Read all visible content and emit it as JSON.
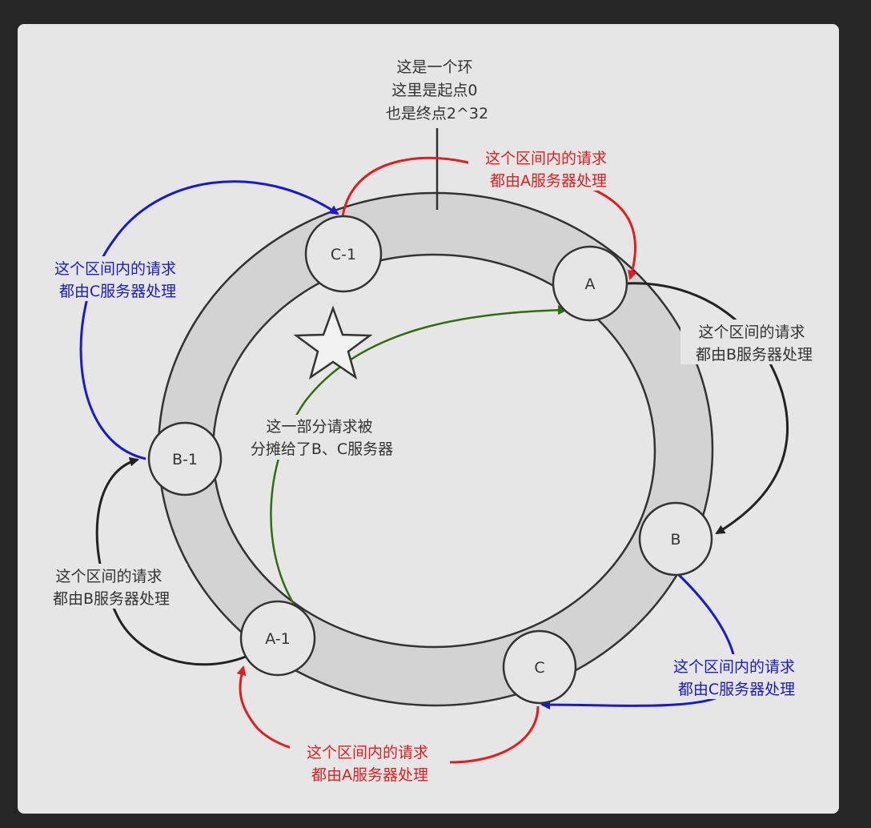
{
  "colors": {
    "page_background": "#262626",
    "canvas_background": "#e6e6e6",
    "ring_fill": "#d3d3d3",
    "inner_fill": "#e6e6e6",
    "stroke": "#333333",
    "red": "#e01e1e",
    "blue": "#1a1acc",
    "green": "#2e6e0c",
    "black": "#222222"
  },
  "top_note": {
    "line1": "这是一个环",
    "line2": "这里是起点0",
    "line3": "也是终点2^32"
  },
  "nodes": {
    "c_minus_1": "C-1",
    "a": "A",
    "b_minus_1": "B-1",
    "b": "B",
    "a_minus_1": "A-1",
    "c": "C"
  },
  "labels": {
    "top_right_red": {
      "line1": "这个区间内的请求",
      "line2": "都由A服务器处理"
    },
    "left_blue": {
      "line1": "这个区间内的请求",
      "line2": "都由C服务器处理"
    },
    "right_black": {
      "line1": "这个区间的请求",
      "line2": "都由B服务器处理"
    },
    "left_black": {
      "line1": "这个区间的请求",
      "line2": "都由B服务器处理"
    },
    "bottom_right_blue": {
      "line1": "这个区间内的请求",
      "line2": "都由C服务器处理"
    },
    "bottom_red": {
      "line1": "这个区间内的请求",
      "line2": "都由A服务器处理"
    },
    "center_green": {
      "line1": "这一部分请求被",
      "line2": "分摊给了B、C服务器"
    }
  },
  "icons": {
    "star": "star-icon"
  }
}
